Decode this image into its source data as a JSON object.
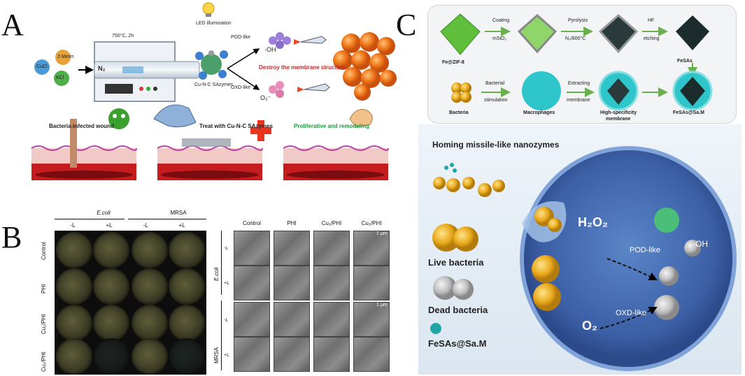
{
  "panels": {
    "a": "A",
    "b": "B",
    "c": "C"
  },
  "panel_a": {
    "precursors": [
      "CuCl",
      "2-MeIm",
      "KCl"
    ],
    "furnace_label": "750°C, 2h",
    "gas": "N₂",
    "product": "Cu-N-C SAzymes",
    "led": "LED illumination",
    "pod": "POD-like",
    "oxd": "OXD-like",
    "oh": "·OH",
    "o2": "O₂⁻",
    "membrane": "Destroy the membrane structure",
    "wound": "Bacteria-infected wound",
    "treat": "Treat with Cu-N-C SAzymes",
    "prolif": "Proliferative and remodeling"
  },
  "panel_b": {
    "groups": [
      "E.coli",
      "MRSA"
    ],
    "light": [
      "-L",
      "+L",
      "-L",
      "+L"
    ],
    "rows": [
      "Control",
      "PHI",
      "Cu₁/PHI",
      "Cu₂/PHI"
    ],
    "sem_cols": [
      "Control",
      "PHI",
      "Cu₁/PHI",
      "Cu₂/PHI"
    ],
    "sem_groups": [
      "E.coli",
      "MRSA"
    ],
    "sem_light": [
      "-L",
      "+L",
      "-L",
      "+L"
    ],
    "scale": "1 μm"
  },
  "panel_c": {
    "row1": [
      "Fe@ZIF-8",
      "FeSAs"
    ],
    "step1": [
      "Coating",
      "mSiO₂"
    ],
    "step2": [
      "Pyrolysis",
      "N₂/800°C"
    ],
    "step3": [
      "HF",
      "etching"
    ],
    "row2": [
      "Bacteria",
      "Macrophages",
      "High-specificity",
      "membrane",
      "FeSAs@Sa.M"
    ],
    "step4": [
      "Bacterial",
      "stimulation"
    ],
    "step5": [
      "Extracting",
      "membrane"
    ],
    "homing": "Homing missile-like nanozymes",
    "live": "Live bacteria",
    "dead": "Dead bacteria",
    "fesas": "FeSAs@Sa.M",
    "h2o2": "H₂O₂",
    "pod": "POD-like",
    "oxd": "OXD-like",
    "o2": "O₂",
    "oh": "·OH"
  },
  "colors": {
    "wound_red": "#c0282a",
    "green": "#1c9c3a",
    "fe_green": "#5fbf3c",
    "membrane_teal": "#2cc3c9",
    "cell_blue": "#3c5fa6"
  }
}
